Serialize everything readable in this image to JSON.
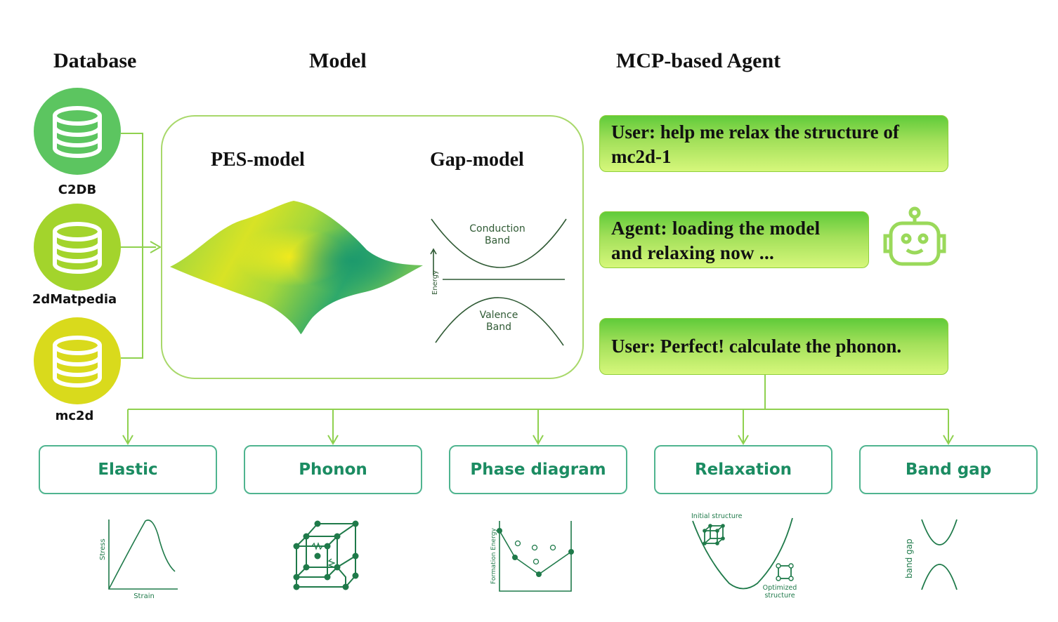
{
  "sections": {
    "database": "Database",
    "model": "Model",
    "agent": "MCP-based Agent"
  },
  "databases": [
    {
      "label": "C2DB",
      "color": "#5cc560"
    },
    {
      "label": "2dMatpedia",
      "color": "#a3d42c"
    },
    {
      "label": "mc2d",
      "color": "#d9da1c"
    }
  ],
  "models": {
    "pes": "PES-model",
    "gap": "Gap-model",
    "gap_labels": {
      "conduction": [
        "Conduction",
        "Band"
      ],
      "valence": [
        "Valence",
        "Band"
      ],
      "energy": "Energy"
    }
  },
  "chat": [
    {
      "line1": "User: help me relax the structure of",
      "line2": "mc2d-1"
    },
    {
      "line1": "Agent:  loading the model",
      "line2": "and relaxing now ..."
    },
    {
      "line1": "User: Perfect! calculate the phonon.",
      "line2": ""
    }
  ],
  "capabilities": [
    {
      "label": "Elastic"
    },
    {
      "label": "Phonon"
    },
    {
      "label": "Phase diagram"
    },
    {
      "label": "Relaxation"
    },
    {
      "label": "Band gap"
    }
  ],
  "icons": {
    "elastic": {
      "ylabel": "Stress",
      "xlabel": "Strain"
    },
    "phase": {
      "ylabel": "Formation Energy"
    },
    "relax": {
      "initial": "Initial structure",
      "optimized1": "Optimized",
      "optimized2": "structure"
    },
    "bandgap": {
      "label": "band gap"
    }
  },
  "colors": {
    "accent_green": "#8fd14f",
    "icon_green": "#1f7a4a",
    "capability_text": "#1b8c62"
  }
}
